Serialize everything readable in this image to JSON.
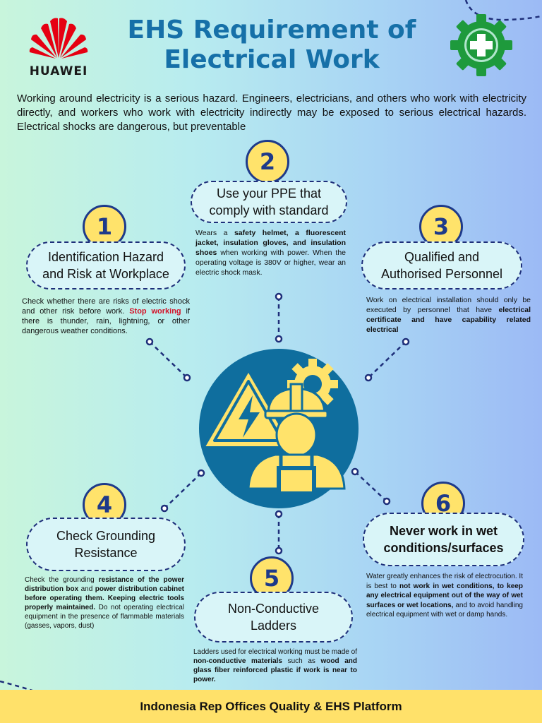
{
  "brand": {
    "name": "HUAWEI",
    "logo_icon": "huawei-petal-logo"
  },
  "title_lines": [
    "EHS Requirement of",
    "Electrical Work"
  ],
  "gear_icon": "safety-gear-cross-icon",
  "intro": "Working around electricity is a serious hazard. Engineers, electricians, and others who work with electricity directly, and workers who work with electricity indirectly may be exposed to serious electrical hazards. Electrical shocks are dangerous, but preventable",
  "steps": [
    {
      "num": "1",
      "title_l1": "Identification Hazard",
      "title_l2": "and Risk at Workplace",
      "d1": "Check whether there are risks  of electric shock and other risk before work. ",
      "d_red": "Stop working",
      "d2": " if there is thunder, rain, lightning, or other dangerous weather conditions."
    },
    {
      "num": "2",
      "title_l1": "Use your PPE that",
      "title_l2": "comply with standard",
      "d1": "Wears a ",
      "b1": "safety helmet, a fluorescent jacket, insulation gloves, and insulation shoes",
      "d2": " when working with power. When the operating voltage is 380V or higher, wear an electric shock mask."
    },
    {
      "num": "3",
      "title_l1": "Qualified and",
      "title_l2": "Authorised Personnel",
      "d1": "Work on electrical installation should only be executed by personnel that have ",
      "b1": "electrical certificate and have capability related electrical"
    },
    {
      "num": "4",
      "title_l1": "Check Grounding",
      "title_l2": "Resistance",
      "d1": "Check the grounding ",
      "b1": "resistance of the power distribution box",
      "d2": " and ",
      "b2": "power distribution cabinet before operating them. Keeping electric tools properly maintained.",
      "d3": " Do not operating electrical equipment in the presence of flammable materials (gasses, vapors, dust)"
    },
    {
      "num": "5",
      "title_l1": "Non-Conductive",
      "title_l2": "Ladders",
      "d1": "Ladders used for electrical working must be made of ",
      "b1": "non-conductive materials",
      "d2": " such as ",
      "b2": "wood and glass fiber reinforced plastic if work is near to power."
    },
    {
      "num": "6",
      "title_l1": "Never work in wet",
      "title_l2": "conditions/surfaces",
      "d1": "Water greatly enhances the risk of electrocution. It is best to ",
      "b1": "not work in wet conditions, to keep any electrical equipment out of the way of wet surfaces or wet locations,",
      "d2": " and to avoid handling electrical equipment with wet or damp hands."
    }
  ],
  "hero_icon": "electrical-worker-hazard-icon",
  "footer": "Indonesia Rep Offices Quality & EHS Platform",
  "colors": {
    "accent_blue": "#1670a8",
    "navy": "#1e3a8a",
    "yellow": "#ffe36b",
    "red": "#d3152a"
  }
}
